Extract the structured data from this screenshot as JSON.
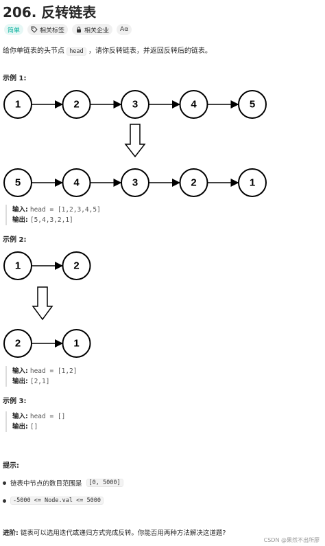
{
  "problem": {
    "title": "206. 反转链表",
    "tags": [
      {
        "label": "简单",
        "icon": "none"
      },
      {
        "label": "相关标签",
        "icon": "tag-icon"
      },
      {
        "label": "相关企业",
        "icon": "lock-icon"
      },
      {
        "label": "Aα",
        "icon": "translate-icon"
      }
    ],
    "desc_prefix": "给你单链表的头节点",
    "desc_code": "head",
    "desc_suffix": "，请你反转链表，并返回反转后的链表。"
  },
  "examples": [
    {
      "heading": "示例 1:",
      "list_before": [
        "1",
        "2",
        "3",
        "4",
        "5"
      ],
      "list_after": [
        "5",
        "4",
        "3",
        "2",
        "1"
      ],
      "input_label": "输入:",
      "input_value": "head = [1,2,3,4,5]",
      "output_label": "输出:",
      "output_value": "[5,4,3,2,1]"
    },
    {
      "heading": "示例 2:",
      "list_before": [
        "1",
        "2"
      ],
      "list_after": [
        "2",
        "1"
      ],
      "input_label": "输入:",
      "input_value": "head = [1,2]",
      "output_label": "输出:",
      "output_value": "[2,1]"
    },
    {
      "heading": "示例 3:",
      "input_label": "输入:",
      "input_value": "head = []",
      "output_label": "输出:",
      "output_value": "[]"
    }
  ],
  "hints": {
    "title": "提示:",
    "items": [
      {
        "text": "链表中节点的数目范围是",
        "code": "[0, 5000]"
      },
      {
        "text": "",
        "code": "-5000 <= Node.val <= 5000"
      }
    ]
  },
  "advance": {
    "label": "进阶:",
    "text": "链表可以选用迭代或递归方式完成反转。你能否用两种方法解决这道题?"
  },
  "watermark": "CSDN @果然不出所廖",
  "colors": {
    "easy": "#00af9b",
    "text": "#262626"
  }
}
